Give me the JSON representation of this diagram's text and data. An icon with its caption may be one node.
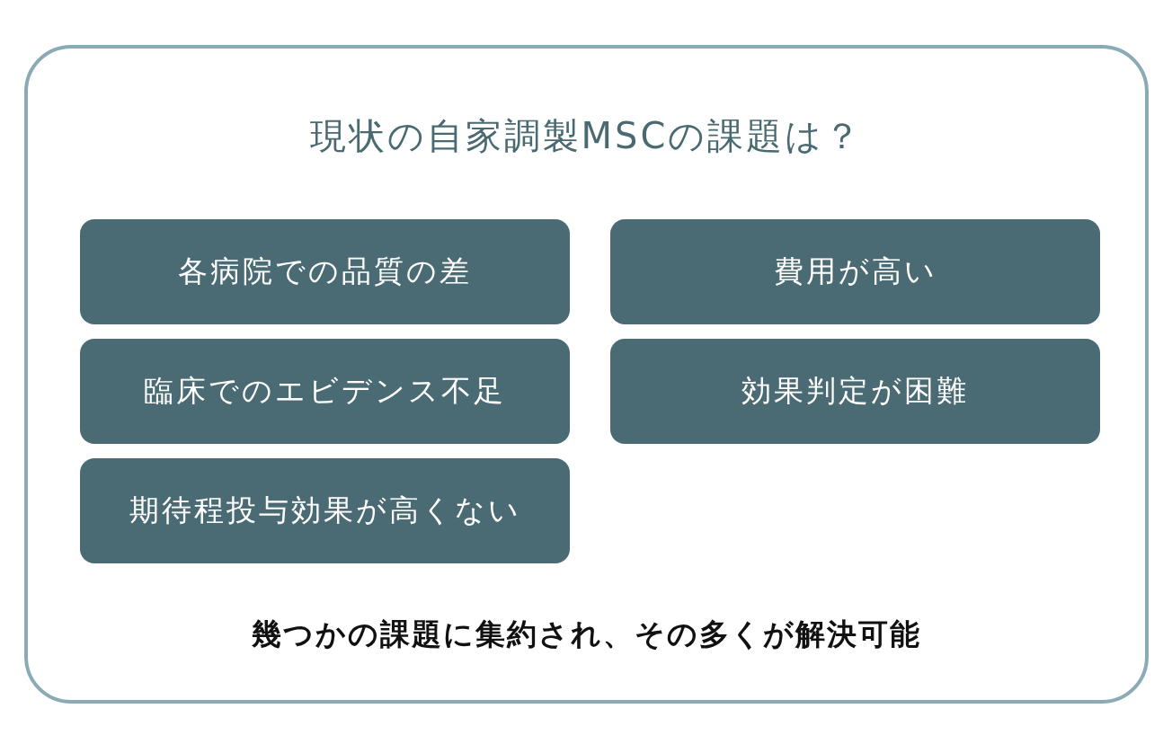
{
  "diagram": {
    "nodes": [
      {
        "text": [
          "現状の自家調製MSCの課題は？",
          "幾つかの課題に集約され、その多くが解決可能"
        ]
      },
      {
        "text": [
          "各病院での品質の差"
        ],
        "in": 0
      },
      {
        "text": [
          "費用が高い"
        ],
        "in": 0
      },
      {
        "text": [
          "臨床でのエビデンス不足"
        ],
        "in": 0
      },
      {
        "text": [
          "効果判定が困難"
        ],
        "in": 0
      },
      {
        "text": [
          "期待程投与効果が高くない"
        ],
        "in": 0
      }
    ]
  }
}
